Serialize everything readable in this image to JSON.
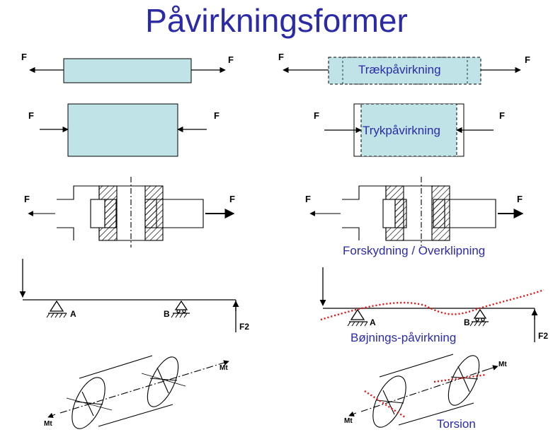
{
  "title": "Påvirkningsformer",
  "labels": {
    "force": "F",
    "support_a": "A",
    "support_b": "B",
    "force_f2": "F2",
    "moment": "Mt"
  },
  "captions": {
    "tension": "Trækpåvirkning",
    "compression": "Trykpåvirkning",
    "shear": "Forskydning / Overklipning",
    "bending": "Bøjnings-påvirkning",
    "torsion": "Torsion"
  },
  "colors": {
    "title": "#2b2ba8",
    "fill": "#bfe3e6",
    "deformation": "#e01010"
  }
}
